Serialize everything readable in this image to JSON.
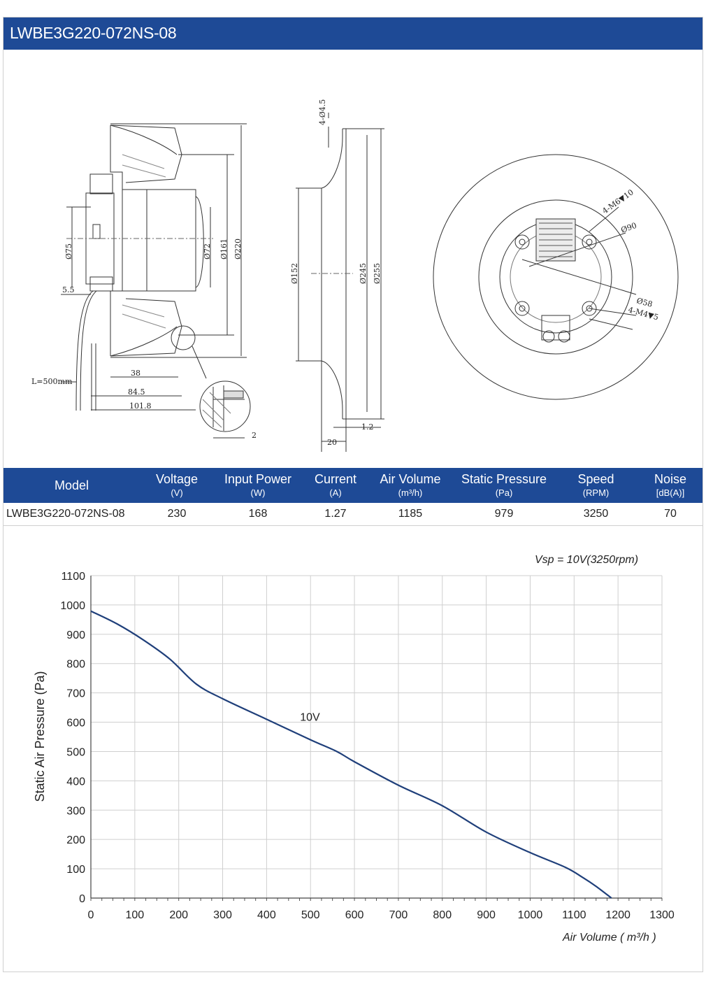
{
  "title": "LWBE3G220-072NS-08",
  "drawing": {
    "side": {
      "d_75": "Ø75",
      "d_72": "Ø72",
      "d_161": "Ø161",
      "d_220": "Ø220",
      "d_5_5": "5.5",
      "cable": "L=500mm",
      "d_38": "38",
      "d_84_5": "84.5",
      "d_101_8": "101.8",
      "d_2": "2"
    },
    "inlet": {
      "holes": "4-Ø4.5",
      "d_152": "Ø152",
      "d_245": "Ø245",
      "d_255": "Ø255",
      "d_1_2": "1.2",
      "d_20": "20"
    },
    "front": {
      "m6": "4-M6▼10",
      "d_90": "Ø90",
      "d_58": "Ø58",
      "m4": "4-M4▼5"
    }
  },
  "spec_table": {
    "headers": [
      {
        "title": "Model",
        "unit": ""
      },
      {
        "title": "Voltage",
        "unit": "(V)"
      },
      {
        "title": "Input Power",
        "unit": "(W)"
      },
      {
        "title": "Current",
        "unit": "(A)"
      },
      {
        "title": "Air Volume",
        "unit": "(m³/h)"
      },
      {
        "title": "Static Pressure",
        "unit": "(Pa)"
      },
      {
        "title": "Speed",
        "unit": "(RPM)"
      },
      {
        "title": "Noise",
        "unit": "[dB(A)]"
      }
    ],
    "row": [
      "LWBE3G220-072NS-08",
      "230",
      "168",
      "1.27",
      "1185",
      "979",
      "3250",
      "70"
    ]
  },
  "chart_data": {
    "type": "line",
    "title": "Vsp = 10V(3250rpm)",
    "xlabel": "Air Volume ( m³/h )",
    "ylabel": "Static Air Pressure  (Pa)",
    "xlim": [
      0,
      1300
    ],
    "ylim": [
      0,
      1100
    ],
    "xticks": [
      "0",
      "100",
      "200",
      "300",
      "400",
      "500",
      "600",
      "700",
      "800",
      "900",
      "1000",
      "1100",
      "1200",
      "1300"
    ],
    "yticks": [
      "0",
      "100",
      "200",
      "300",
      "400",
      "500",
      "600",
      "700",
      "800",
      "900",
      "1000",
      "1100"
    ],
    "grid": true,
    "line_color": "#1f3f7a",
    "series": [
      {
        "name": "10V",
        "x": [
          0,
          60,
          120,
          180,
          240,
          300,
          400,
          500,
          560,
          600,
          700,
          800,
          900,
          1000,
          1080,
          1120,
          1150,
          1185
        ],
        "y": [
          979,
          935,
          880,
          815,
          730,
          680,
          610,
          540,
          500,
          465,
          385,
          315,
          225,
          155,
          105,
          70,
          40,
          0
        ]
      }
    ],
    "series_label_pos": {
      "x": 500,
      "y": 600
    }
  }
}
